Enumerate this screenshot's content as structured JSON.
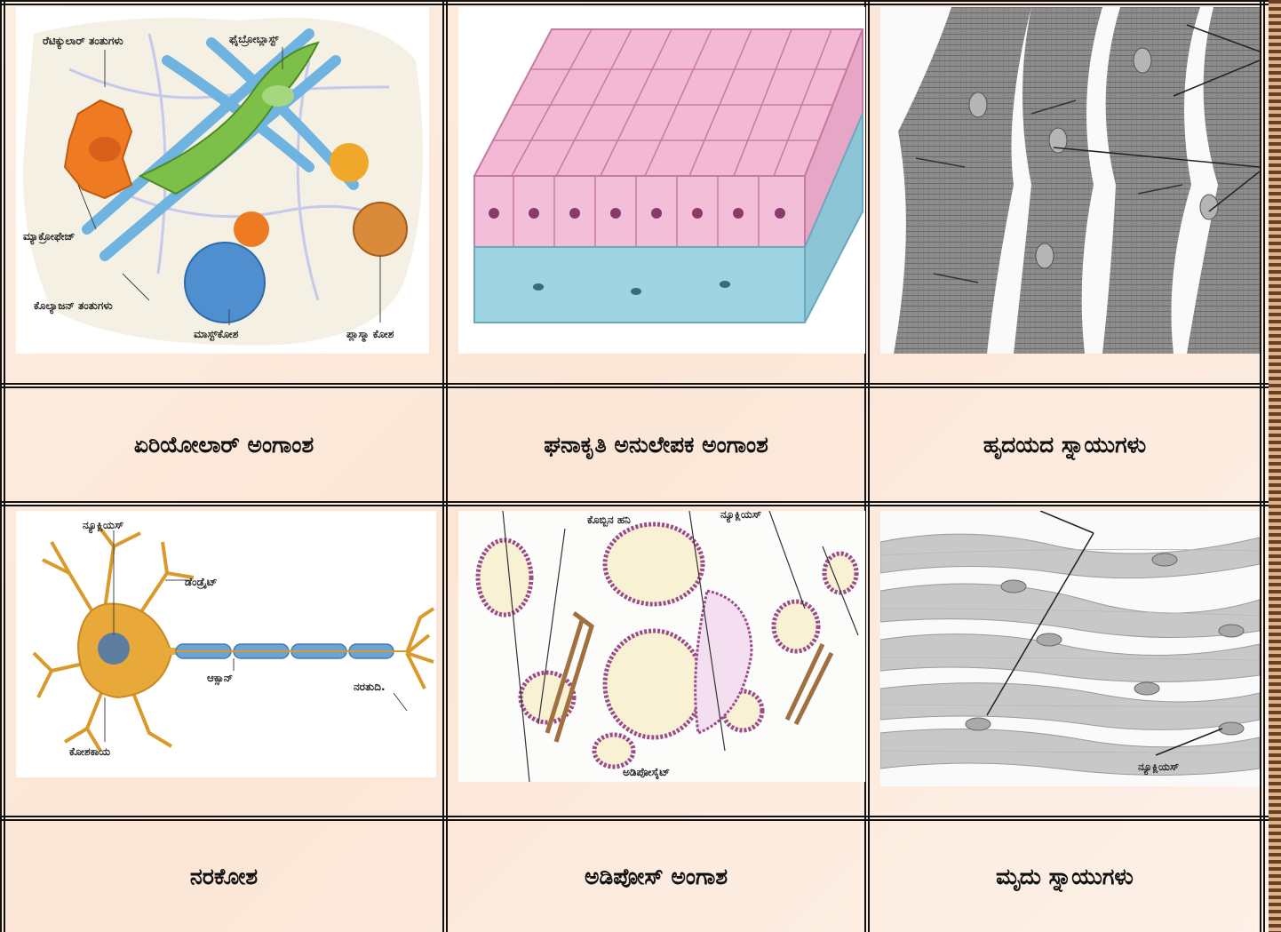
{
  "captions": {
    "areolar": "ಏರಿಯೋಲಾರ್ ಅಂಗಾಂಶ",
    "cuboidal": "ಘನಾಕೃತಿ ಅನುಲೇಪಕ ಅಂಗಾಂಶ",
    "cardiac": "ಹೃದಯದ ಸ್ನಾಯುಗಳು",
    "neuron": "ನರಕೋಶ",
    "adipose": "ಅಡಿಪೋಸ್ ಅಂಗಾಶ",
    "smooth": "ಮೃದು ಸ್ನಾಯುಗಳು"
  },
  "areolar_labels": {
    "reticular": "ರೆಟಿಕ್ಯುಲಾರ್ ತಂತುಗಳು",
    "fibroblast": "ಫೈಬ್ರೋಬ್ಲಾಸ್ಟ್",
    "macrophage": "ಮ್ಯಾಕ್ರೋಫೇಜ್",
    "collagen": "ಕೊಲ್ಯಾಜನ್ ತಂತುಗಳು",
    "mast": "ಮಾಸ್ಟ್‌ಕೋಶ",
    "plasma": "ಪ್ಲಾಸ್ಮಾ ಕೋಶ"
  },
  "neuron_labels": {
    "nucleus": "ನ್ಯೂಕ್ಲಿಯಸ್",
    "dendrite": "ಡೆಂಡ್ರೈಟ್",
    "axon": "ಆಕ್ಸಾನ್",
    "nerve_ending": "ನರತುದಿ.",
    "cell_body": "ಕೋಶಕಾಯ"
  },
  "adipose_labels": {
    "fat_drop": "ಕೊಬ್ಬಿನ ಹನಿ",
    "nucleus": "ನ್ಯೂಕ್ಲಿಯಸ್",
    "adipocyte": "ಅಡಿಪೋಸೈಟ್"
  },
  "smooth_labels": {
    "nucleus": "ನ್ಯೂಕ್ಲಿಯಸ್"
  },
  "colors": {
    "border": "#111111",
    "background": "#fbe8d9",
    "collagen": "#6fb3e0",
    "fibroblast": "#7cc04a",
    "macrophage": "#ee7a22",
    "pink_cells": "#f2b8d4",
    "blue_layer": "#9fd4e2"
  }
}
